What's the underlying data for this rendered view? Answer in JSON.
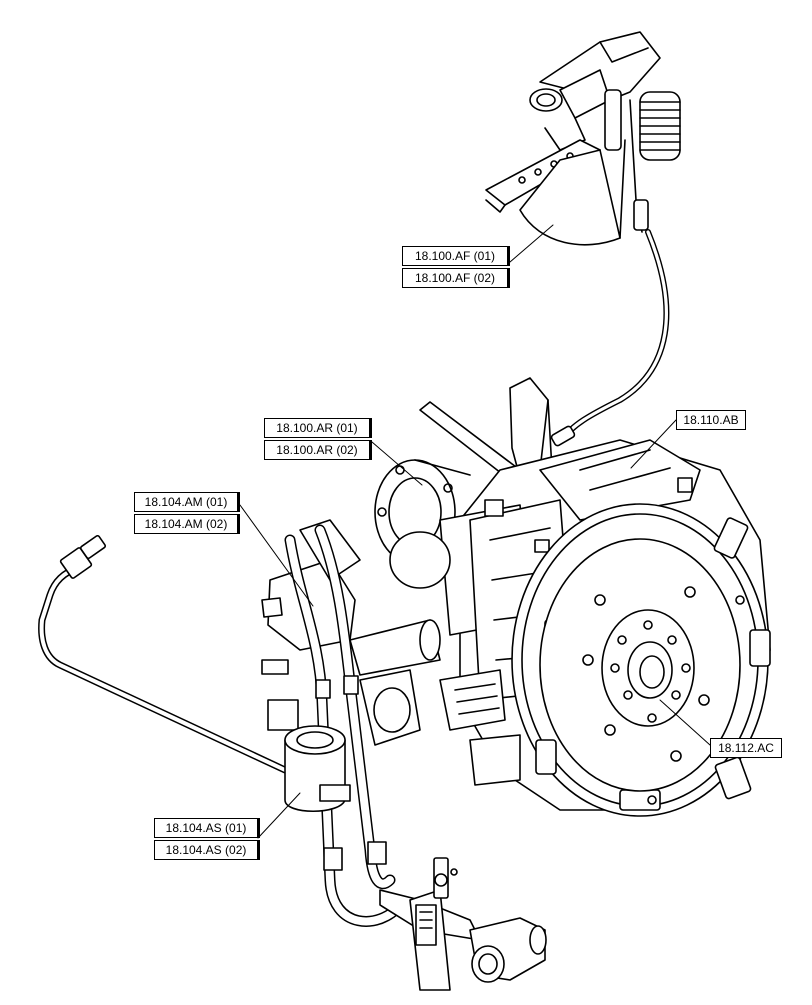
{
  "callouts": {
    "af_01": "18.100.AF (01)",
    "af_02": "18.100.AF (02)",
    "ar_01": "18.100.AR (01)",
    "ar_02": "18.100.AR (02)",
    "ab": "18.110.AB",
    "am_01": "18.104.AM (01)",
    "am_02": "18.104.AM (02)",
    "ac": "18.112.AC",
    "as_01": "18.104.AS (01)",
    "as_02": "18.104.AS (02)"
  }
}
